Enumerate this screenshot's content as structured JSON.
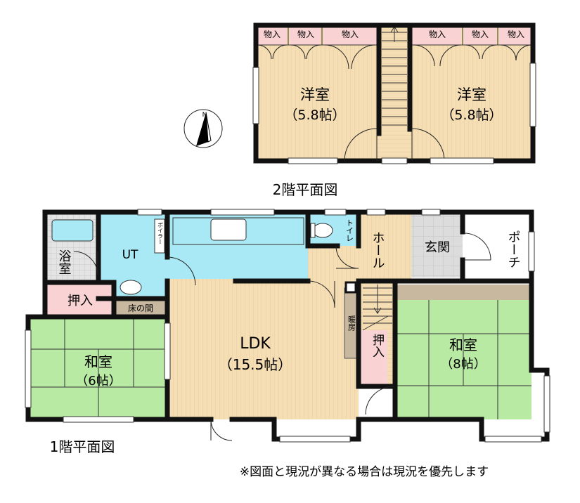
{
  "floor2": {
    "title": "2階平面図",
    "closet_label": "物入",
    "room_left": {
      "name": "洋室",
      "size": "（5.8帖）"
    },
    "room_right": {
      "name": "洋室",
      "size": "（5.8帖）"
    }
  },
  "floor1": {
    "title": "1階平面図",
    "bath": "浴室",
    "ut": "UT",
    "boiler": "ボイラー",
    "toilet": "トイレ",
    "hall": "ホール",
    "entrance": "玄関",
    "porch": "ポーチ",
    "oshiire_left": "押入",
    "tokonoma": "床の間",
    "washitsu_left": {
      "name": "和室",
      "size": "（6帖）"
    },
    "ldk": {
      "name": "LDK",
      "size": "（15.5帖）"
    },
    "heater": "暖房",
    "oshiire_center": "押入",
    "washitsu_right": {
      "name": "和室",
      "size": "（8帖）"
    }
  },
  "compass": {
    "label": "N"
  },
  "note": "※図面と現況が異なる場合は現況を優先します",
  "colors": {
    "wood": "#f5deb3",
    "tatami": "#b9eaa3",
    "water": "#a9e8f5",
    "closet": "#f9d3d3",
    "tile": "#dcdcdc",
    "wall": "#111111"
  }
}
